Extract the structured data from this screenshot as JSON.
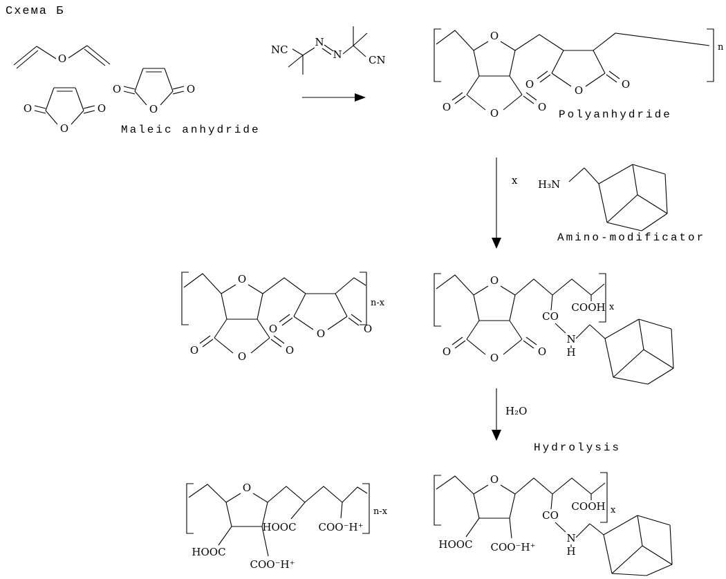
{
  "title": "Схема Б",
  "labels": {
    "maleic_anhydride": "Maleic anhydride",
    "polyanhydride": "Polyanhydride",
    "amino_modificator": "Amino-modificator",
    "hydrolysis": "Hydrolysis"
  },
  "reagents": {
    "initiator_x": "x",
    "water": "H₂O",
    "amine": "H₃N"
  },
  "atoms": {
    "O": "O",
    "N": "N",
    "H": "H",
    "NC": "NC",
    "CN": "CN",
    "CO": "CO",
    "COOH": "COOH",
    "HOOC": "HOOC",
    "COO_H": "COO⁻H⁺"
  },
  "subscripts": {
    "n": "n",
    "x": "x",
    "n_minus_x": "n-x"
  }
}
